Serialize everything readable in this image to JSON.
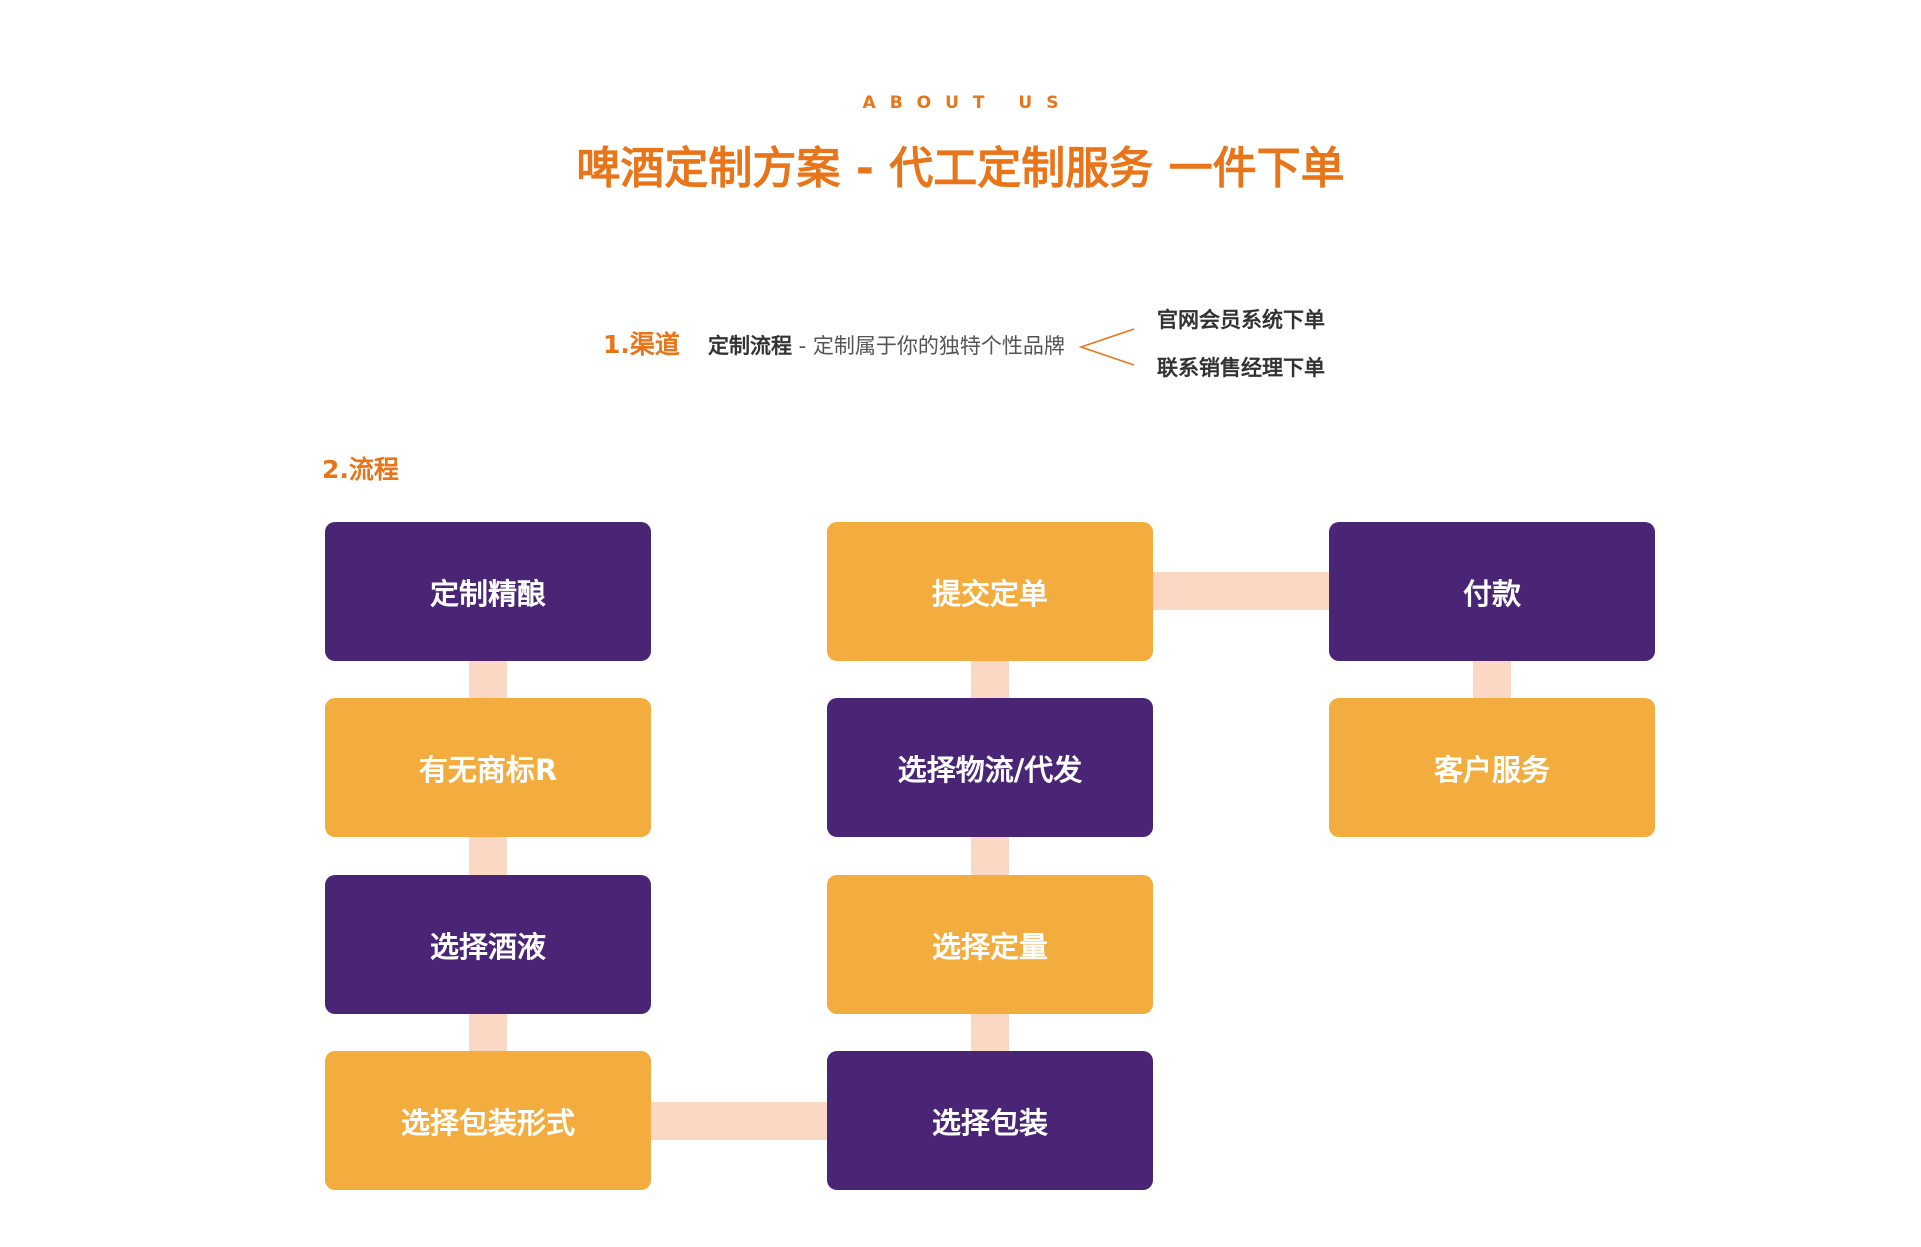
{
  "header": {
    "eyebrow": "ABOUT US",
    "title": "啤酒定制方案 - 代工定制服务 一件下单"
  },
  "channel": {
    "label": "1.渠道",
    "desc_strong": "定制流程",
    "desc_rest": " - 定制属于你的独特个性品牌",
    "options": [
      "官网会员系统下单",
      "联系销售经理下单"
    ]
  },
  "process": {
    "label": "2.流程",
    "steps": [
      {
        "label": "定制精酿",
        "tone": "purple"
      },
      {
        "label": "有无商标R",
        "tone": "amber"
      },
      {
        "label": "选择酒液",
        "tone": "purple"
      },
      {
        "label": "选择包装形式",
        "tone": "amber"
      },
      {
        "label": "选择包装",
        "tone": "purple"
      },
      {
        "label": "选择定量",
        "tone": "amber"
      },
      {
        "label": "选择物流/代发",
        "tone": "purple"
      },
      {
        "label": "提交定单",
        "tone": "amber"
      },
      {
        "label": "付款",
        "tone": "purple"
      },
      {
        "label": "客户服务",
        "tone": "amber"
      }
    ]
  },
  "colors": {
    "accent": "#E8751A",
    "purple": "#4A2475",
    "amber": "#F2AD3E",
    "connector": "#FAD8C4"
  }
}
